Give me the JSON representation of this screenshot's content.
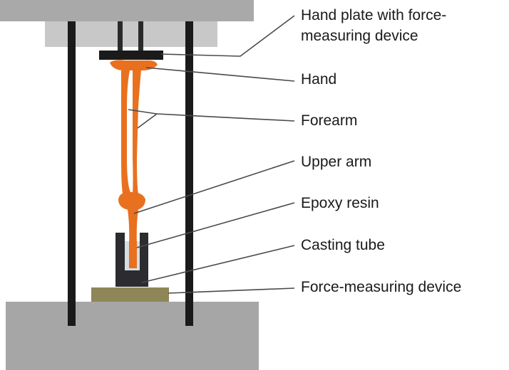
{
  "labels": {
    "hand_plate_line1": "Hand plate with force-",
    "hand_plate_line2": "measuring device",
    "hand": "Hand",
    "forearm": "Forearm",
    "upper_arm": "Upper arm",
    "epoxy_resin": "Epoxy resin",
    "casting_tube": "Casting tube",
    "force_measuring_device": "Force-measuring device"
  },
  "colors": {
    "frame_gray": "#a7a7a7",
    "frame_gray_light": "#c8c8c8",
    "rod": "#1a1a1a",
    "bone_orange": "#e8711f",
    "sensor_olive": "#8f8658",
    "resin": "#d7dde4",
    "leader_line": "#4a4a4a"
  }
}
